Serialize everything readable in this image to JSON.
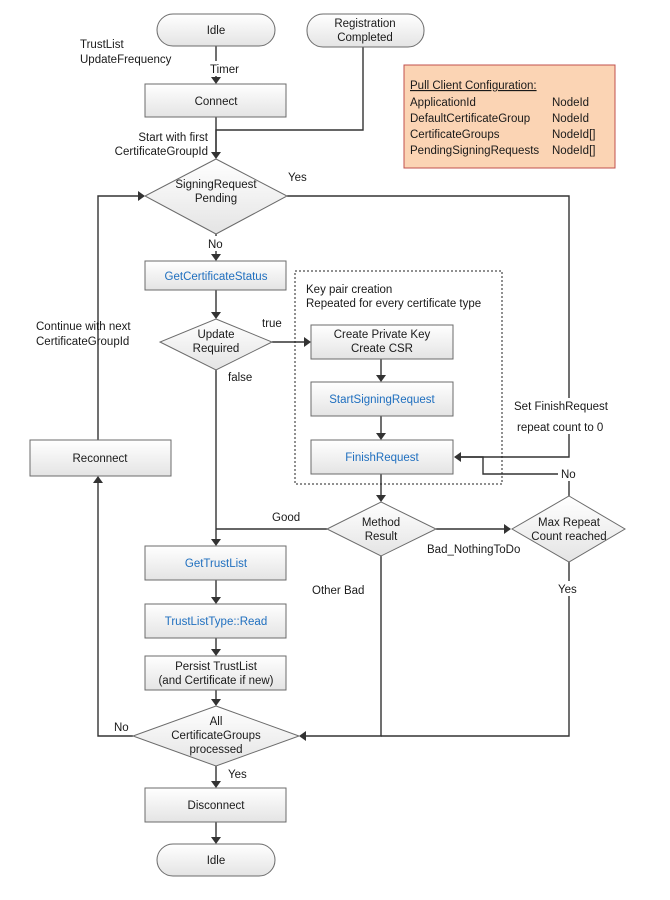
{
  "nodes": {
    "idle_start": "Idle",
    "registration": [
      "Registration",
      "Completed"
    ],
    "connect": "Connect",
    "signing_pending": [
      "SigningRequest",
      "Pending"
    ],
    "get_certificate_status": "GetCertificateStatus",
    "update_required": [
      "Update",
      "Required"
    ],
    "create_key": [
      "Create Private Key",
      "Create CSR"
    ],
    "start_signing_request": "StartSigningRequest",
    "finish_request": "FinishRequest",
    "reconnect": "Reconnect",
    "method_result": [
      "Method",
      "Result"
    ],
    "max_repeat": [
      "Max Repeat",
      "Count reached"
    ],
    "get_trust_list": "GetTrustList",
    "trust_list_read": "TrustListType::Read",
    "persist": [
      "Persist TrustList",
      "(and Certificate if new)"
    ],
    "all_processed": [
      "All",
      "CertificateGroups",
      "processed"
    ],
    "disconnect": "Disconnect",
    "idle_end": "Idle"
  },
  "labels": {
    "trustlist_freq": [
      "TrustList",
      "UpdateFrequency"
    ],
    "timer": "Timer",
    "start_with_first": [
      "Start with first",
      "CertificateGroupId"
    ],
    "yes_pending": "Yes",
    "no_pending": "No",
    "true": "true",
    "false": "false",
    "continue_next": [
      "Continue with next",
      "CertificateGroupId"
    ],
    "set_finish": [
      "Set FinishRequest",
      "repeat count to 0"
    ],
    "no_max": "No",
    "good": "Good",
    "bad_nothing": "Bad_NothingToDo",
    "other_bad": "Other Bad",
    "yes_max": "Yes",
    "no_all": "No",
    "yes_all": "Yes"
  },
  "keypair_group": [
    "Key pair creation",
    "Repeated for every certificate type"
  ],
  "config": {
    "title": "Pull Client Configuration:",
    "rows": [
      [
        "ApplicationId",
        "NodeId"
      ],
      [
        "DefaultCertificateGroup",
        "NodeId"
      ],
      [
        "CertificateGroups",
        "NodeId[]"
      ],
      [
        "PendingSigningRequests",
        "NodeId[]"
      ]
    ]
  },
  "colors": {
    "box_fill": "#f2f2f2",
    "box_stroke": "#6b6b6b",
    "method_text": "#1f6fbf",
    "config_fill": "#fbd4b4",
    "config_stroke": "#c0504d"
  }
}
